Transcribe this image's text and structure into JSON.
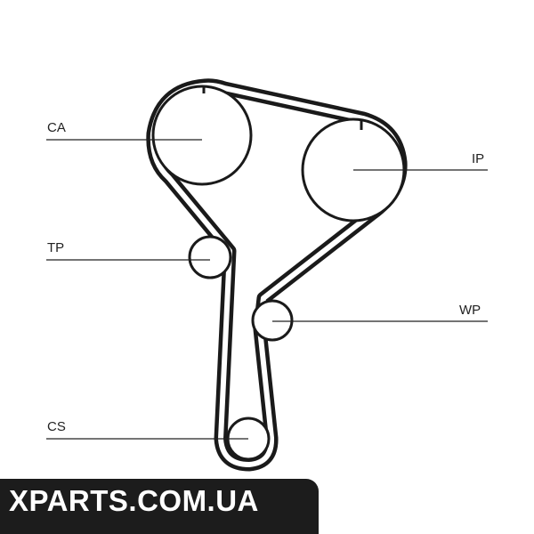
{
  "labels": {
    "ca": "CA",
    "ip": "IP",
    "tp": "TP",
    "wp": "WP",
    "cs": "CS"
  },
  "watermark": "XPARTS.COM.UA",
  "colors": {
    "belt": "#1a1a1a",
    "banner": "#1c1c1c",
    "banner_text": "#ffffff"
  }
}
